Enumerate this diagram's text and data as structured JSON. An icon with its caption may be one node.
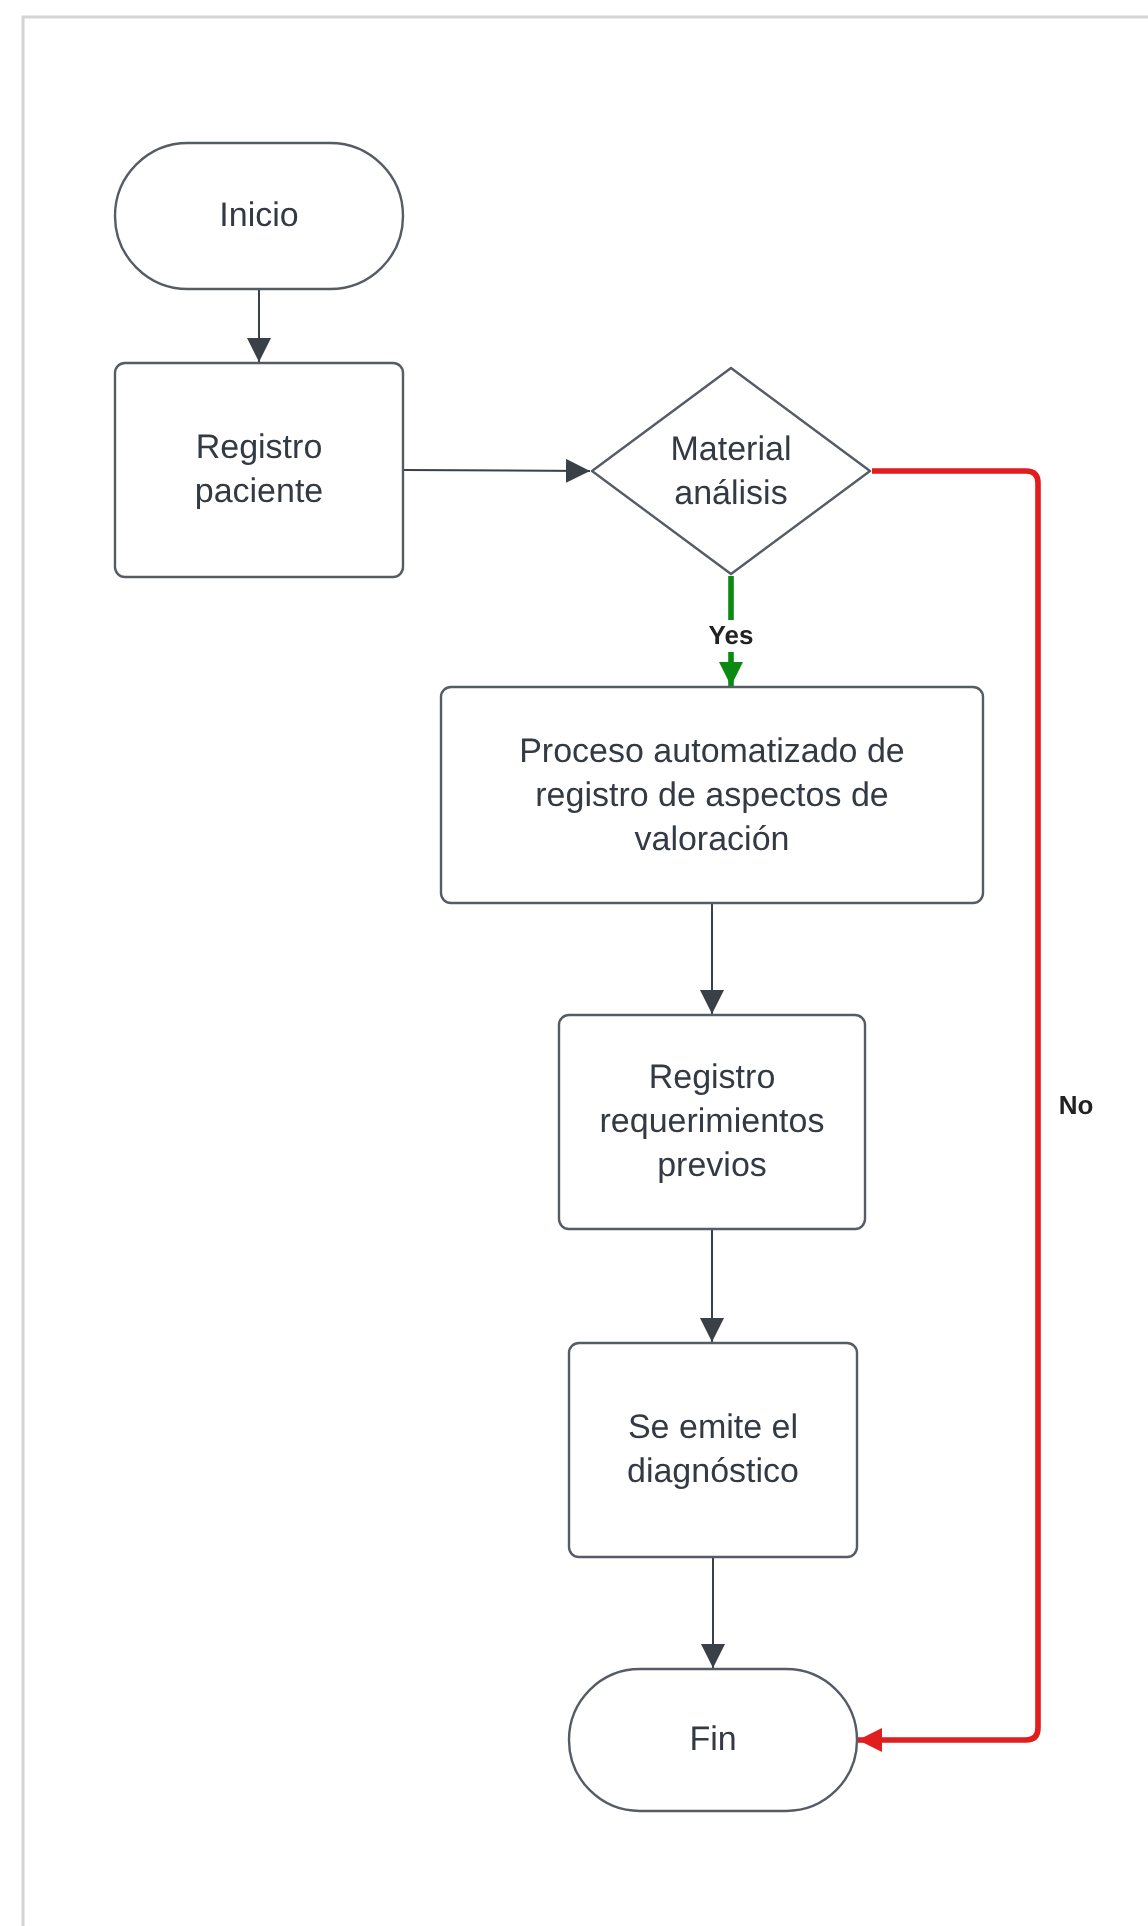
{
  "diagram": {
    "nodes": [
      {
        "text": [
          "Inicio"
        ]
      },
      {
        "text": [
          "Registro paciente"
        ]
      },
      {
        "text": [
          "Material análisis"
        ]
      },
      {
        "text": [
          "Proceso automatizado de registro de aspectos de valoración"
        ]
      },
      {
        "text": [
          "Registro requerimientos previos"
        ]
      },
      {
        "text": [
          "Se emite el diagnóstico"
        ]
      },
      {
        "text": [
          "Fin"
        ]
      }
    ],
    "edges": [
      {
        "from": 0,
        "to": 1,
        "arrow": "to"
      },
      {
        "from": 1,
        "to": 2,
        "arrow": "to"
      },
      {
        "from": 2,
        "to": 3,
        "arrow": "to",
        "label": "Yes",
        "style": "thick",
        "color": "#0b8a12"
      },
      {
        "from": 3,
        "to": 4,
        "arrow": "to"
      },
      {
        "from": 4,
        "to": 5,
        "arrow": "to"
      },
      {
        "from": 5,
        "to": 6,
        "arrow": "to"
      },
      {
        "from": 2,
        "to": 6,
        "arrow": "to",
        "label": "No",
        "style": "thick",
        "color": "#e11d1d"
      }
    ]
  }
}
